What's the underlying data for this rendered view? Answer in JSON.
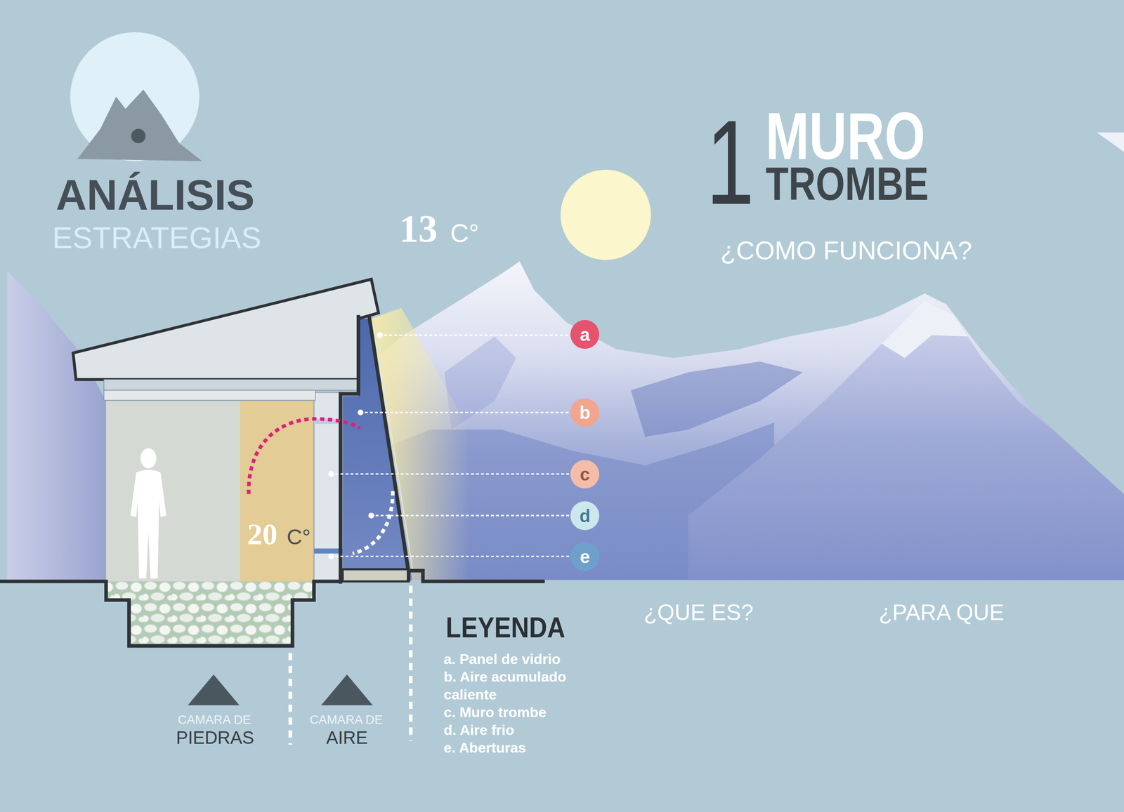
{
  "diagram": {
    "title": "ANÁLISIS",
    "nodes": [
      {
        "text": [
          "a"
        ]
      },
      {
        "text": [
          "b"
        ]
      },
      {
        "text": [
          "c"
        ]
      },
      {
        "text": [
          "d"
        ]
      },
      {
        "text": [
          "e"
        ]
      }
    ],
    "labels": [
      "ESTRATEGIAS",
      "1",
      "MURO",
      "TROMBE",
      "¿COMO FUNCIONA?",
      "13",
      "C°",
      "20",
      "C°",
      "¿QUE ES?",
      "¿PARA QUE",
      "LEYENDA",
      "CAMARA DE",
      "PIEDRAS",
      "CAMARA DE",
      "AIRE"
    ],
    "legend": [
      {
        "text": "a. Panel de vidrio"
      },
      {
        "text": "b. Aire acumulado caliente"
      },
      {
        "text": "c. Muro trombe"
      },
      {
        "text": "d. Aire frio"
      },
      {
        "text": "e. Aberturas"
      }
    ]
  }
}
